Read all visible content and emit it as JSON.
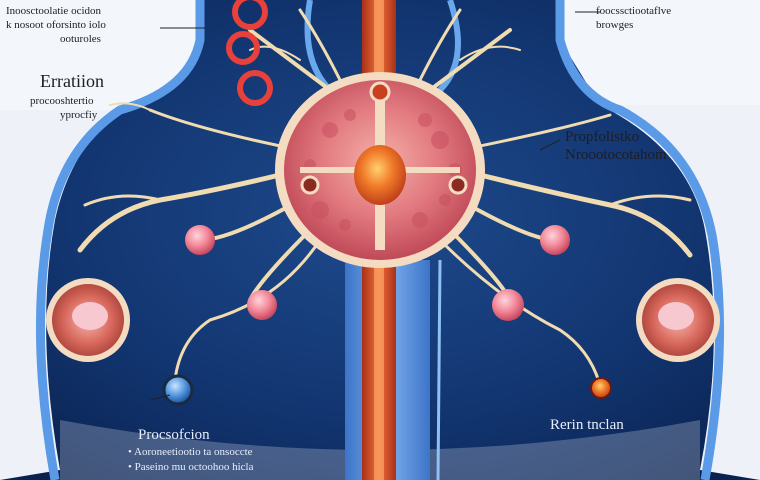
{
  "labels": {
    "top_left_line1": "Inoosctoolatie ocidon",
    "top_left_line2": "k nosoot oforsinto iolo",
    "top_left_line3": "ooturoles",
    "erratum_title": "Erratiion",
    "erratum_line1": "procooshtertio",
    "erratum_line2": "yprocfiy",
    "top_right_line1": "foocssctiootaflve",
    "top_right_line2": "browges",
    "right_mid_line1": "Propfolistko",
    "right_mid_line2": "Nroootocotahom",
    "bottom_left_title": "Procsofcion",
    "bottom_left_bullet1": "Aoroneetiootio ta onsoccte",
    "bottom_left_bullet2": "Paseino mu octoohoo hicla",
    "bottom_right": "Rerin tnclan"
  },
  "colors": {
    "background": "#0d2a5c",
    "spine": "#e8552a",
    "nerve": "#f0dcb0",
    "tissue": "#e0707a",
    "accent_blue": "#4a8fd8"
  }
}
